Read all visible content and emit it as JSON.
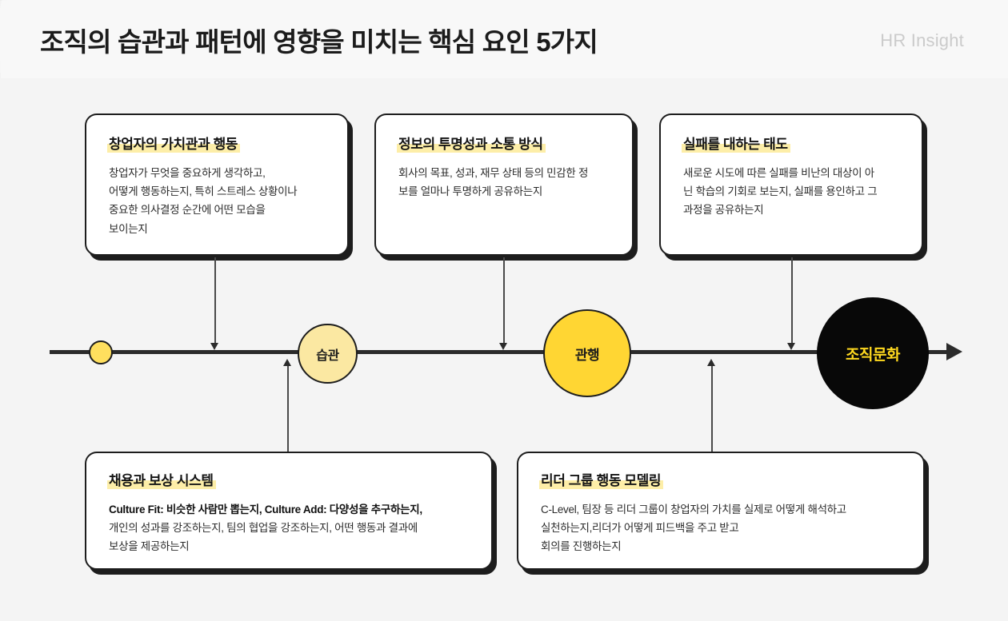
{
  "header": {
    "title": "조직의 습관과 패턴에 영향을 미치는 핵심 요인 5가지",
    "brand": "HR Insight"
  },
  "colors": {
    "background": "#f4f4f4",
    "header_background": "#f8f8f8",
    "accent_yellow": "#ffd633",
    "highlight_yellow": "#fdeea8",
    "node_start_yellow": "#ffdf5e",
    "node_habit_yellow": "#fbe8a2",
    "culture_black": "#080808",
    "culture_text_yellow": "#ffd91f",
    "outline": "#1d1d1d",
    "brand_gray": "#cbcbcb"
  },
  "cards": {
    "founder": {
      "title": "창업자의 가치관과 행동",
      "body_lines": [
        "창업자가 무엇을 중요하게 생각하고,",
        "어떻게  행동하는지,  특히  스트레스  상황이나",
        "중요한 의사결정 순간에 어떤 모습을",
        "보이는지"
      ]
    },
    "transparency": {
      "title": "정보의 투명성과 소통 방식",
      "body_lines": [
        "회사의 목표, 성과, 재무 상태 등의 민감한 정",
        "보를 얼마나 투명하게 공유하는지"
      ]
    },
    "failure": {
      "title": "실패를 대하는 태도",
      "body_lines": [
        "새로운 시도에 따른 실패를 비난의 대상이 아",
        "닌 학습의 기회로 보는지, 실패를 용인하고 그",
        "과정을 공유하는지"
      ]
    },
    "hiring": {
      "title": "채용과 보상 시스템",
      "body_lines": [
        "Culture Fit: 비슷한 사람만 뽑는지, Culture Add: 다양성을 추구하는지,",
        "개인의 성과를 강조하는지, 팀의 협업을 강조하는지, 어떤 행동과 결과에",
        "보상을 제공하는지"
      ],
      "bold_line_index": 0
    },
    "leader": {
      "title": "리더 그룹 행동 모델링",
      "body_lines": [
        "C-Level, 팀장 등 리더 그룹이 창업자의 가치를 실제로 어떻게 해석하고",
        "실천하는지,리더가 어떻게 피드백을 주고 받고",
        "회의를 진행하는지"
      ]
    }
  },
  "timeline": {
    "nodes": [
      {
        "name": "start",
        "label": ""
      },
      {
        "name": "habit",
        "label": "습관"
      },
      {
        "name": "practice",
        "label": "관행"
      },
      {
        "name": "culture",
        "label": "조직문화"
      }
    ]
  }
}
